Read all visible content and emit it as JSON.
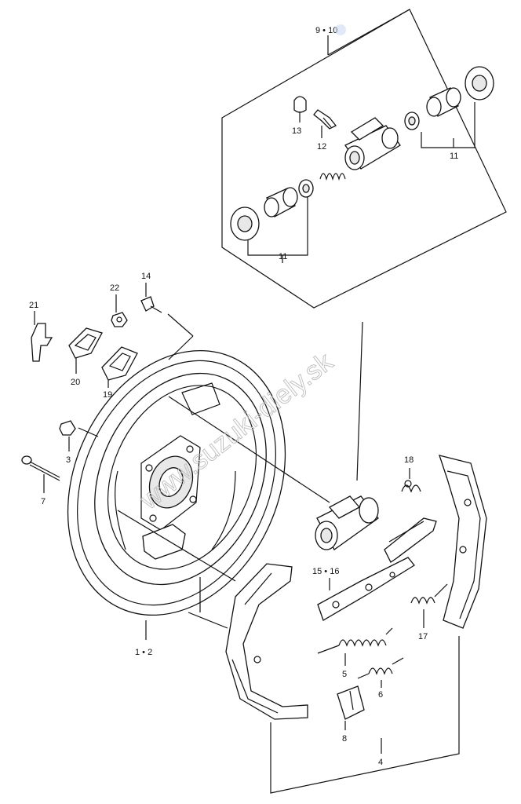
{
  "callouts": {
    "c9_10": "9 • 10",
    "c11a": "11",
    "c11b": "11",
    "c12": "12",
    "c13": "13",
    "c14": "14",
    "c22": "22",
    "c21": "21",
    "c20": "20",
    "c19": "19",
    "c3": "3",
    "c7": "7",
    "c18": "18",
    "c15_16": "15 • 16",
    "c17": "17",
    "c5": "5",
    "c6": "6",
    "c8": "8",
    "c4": "4",
    "c1_2": "1 • 2"
  },
  "highlight": {
    "part": "10",
    "color": "#c9d7f2"
  },
  "watermark": {
    "text": "www.suzuki-diely.sk"
  }
}
